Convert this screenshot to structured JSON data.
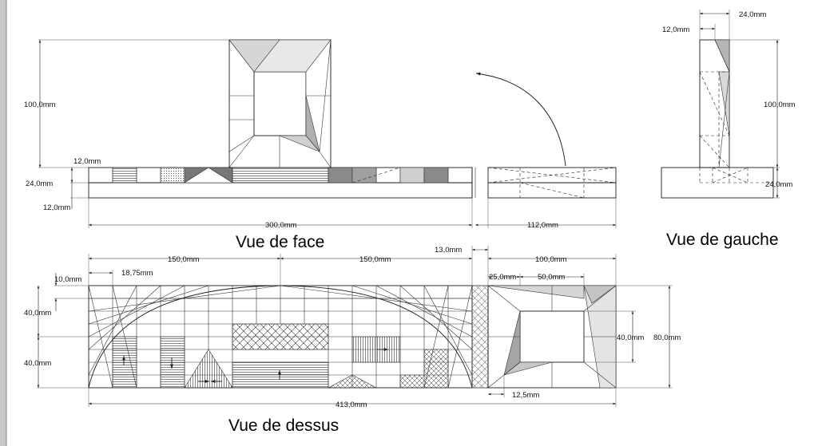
{
  "views": {
    "front": "Vue de face",
    "left": "Vue de gauche",
    "top": "Vue de dessus"
  },
  "dims": {
    "front_height_100": "100,0mm",
    "front_12_top": "12,0mm",
    "front_24": "24,0mm",
    "front_12_bot": "12,0mm",
    "front_300": "300,0mm",
    "side_112": "112,0mm",
    "left_24_top": "24,0mm",
    "left_12": "12,0mm",
    "left_100": "100,0mm",
    "left_24_bot": "24,0mm",
    "top_150_a": "150,0mm",
    "top_150_b": "150,0mm",
    "top_13": "13,0mm",
    "top_100": "100,0mm",
    "top_10": "10,0mm",
    "top_18_75": "18,75mm",
    "top_25": "25,0mm",
    "top_50": "50,0mm",
    "top_40_a": "40,0mm",
    "top_40_b": "40,0mm",
    "top_40_r": "40,0mm",
    "top_80": "80,0mm",
    "top_12_5": "12,5mm",
    "top_413": "413,0mm"
  }
}
